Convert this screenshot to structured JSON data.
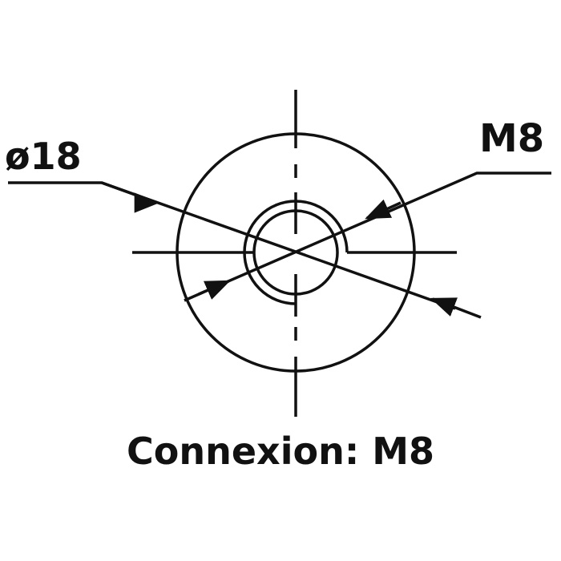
{
  "drawing": {
    "diameter_label": "ø18",
    "thread_label": "M8",
    "caption": "Connexion: M8",
    "stroke_color": "#111111",
    "background": "#ffffff"
  }
}
